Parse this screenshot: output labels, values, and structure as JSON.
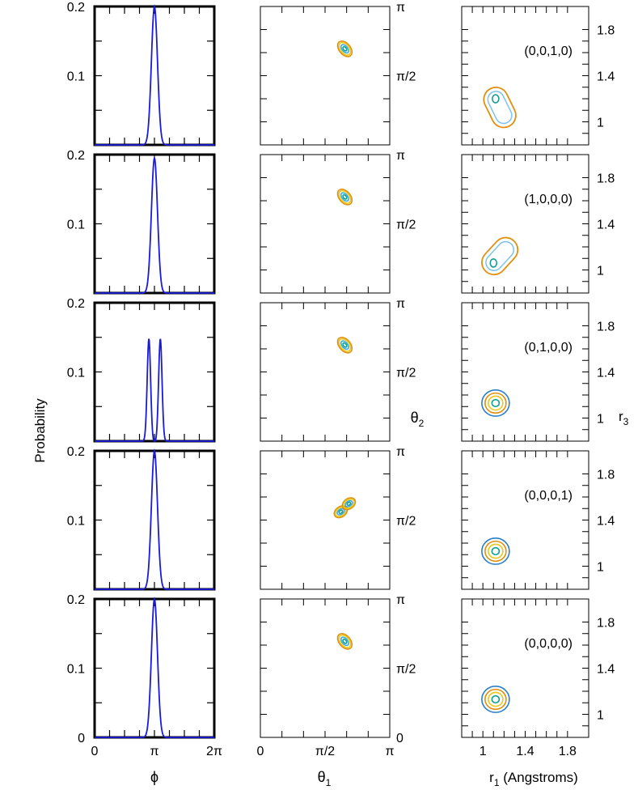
{
  "colors": {
    "line": "#1a1adb",
    "contour_outer": "#e09010",
    "contour_mid": "#e8c81a",
    "contour_inner": "#40a8d8",
    "contour_core": "#10a090",
    "axis": "#000000"
  },
  "labels": {
    "ylabel_left": "Probability",
    "xlabel_phi": "ϕ",
    "xlabel_theta": "θ",
    "xlabel_theta_sub": "1",
    "ylabel_theta": "θ",
    "ylabel_theta_sub": "2",
    "xlabel_r": "r",
    "xlabel_r_sub": "1",
    "xlabel_r_rest": " (Angstroms)",
    "ylabel_r": "r",
    "ylabel_r_sub": "3"
  },
  "ticks": {
    "phi_x": [
      "0",
      "π",
      "2π"
    ],
    "prob_y": [
      "0",
      "0.1",
      "0.2"
    ],
    "theta_x": [
      "0",
      "π/2",
      "π"
    ],
    "theta_y": [
      "0",
      "π/2",
      "π"
    ],
    "r_x": [
      "1",
      "1.4",
      "1.8"
    ],
    "r_y": [
      "1",
      "1.4",
      "1.8"
    ]
  },
  "chart_data": [
    {
      "type": "line",
      "row": 1,
      "xlabel": "ϕ",
      "ylabel": "Probability",
      "xlim": [
        0,
        6.2832
      ],
      "ylim": [
        0,
        0.2
      ],
      "series": [
        {
          "peaks": [
            {
              "x": 3.1416,
              "height": 0.2,
              "width": 0.16
            }
          ]
        }
      ],
      "sub": {
        "type": "heatmap",
        "contour_center_theta": [
          2.05,
          2.18
        ]
      },
      "r": {
        "type": "heatmap",
        "annotation": "(0,0,1,0)",
        "blobs": [
          [
            1.12,
            1.2
          ],
          [
            1.2,
            1.05
          ]
        ]
      }
    },
    {
      "type": "line",
      "row": 2,
      "xlim": [
        0,
        6.2832
      ],
      "ylim": [
        0,
        0.2
      ],
      "series": [
        {
          "peaks": [
            {
              "x": 3.1416,
              "height": 0.195,
              "width": 0.16
            }
          ]
        }
      ],
      "sub": {
        "type": "heatmap",
        "contour_center_theta": [
          2.05,
          2.18
        ]
      },
      "r": {
        "type": "heatmap",
        "annotation": "(1,0,0,0)",
        "blobs": [
          [
            1.1,
            1.06
          ],
          [
            1.22,
            1.18
          ]
        ]
      }
    },
    {
      "type": "line",
      "row": 3,
      "xlim": [
        0,
        6.2832
      ],
      "ylim": [
        0,
        0.2
      ],
      "series": [
        {
          "peaks": [
            {
              "x": 2.85,
              "height": 0.148,
              "width": 0.09
            },
            {
              "x": 3.45,
              "height": 0.148,
              "width": 0.09
            }
          ]
        }
      ],
      "sub": {
        "type": "heatmap",
        "contour_center_theta": [
          2.05,
          2.18
        ]
      },
      "r": {
        "type": "heatmap",
        "annotation": "(0,1,0,0)",
        "blobs": [
          [
            1.12,
            1.13
          ]
        ]
      }
    },
    {
      "type": "line",
      "row": 4,
      "xlim": [
        0,
        6.2832
      ],
      "ylim": [
        0,
        0.2
      ],
      "series": [
        {
          "peaks": [
            {
              "x": 3.1416,
              "height": 0.2,
              "width": 0.16
            }
          ]
        }
      ],
      "sub": {
        "type": "heatmap",
        "contour_center_theta": [
          2.05,
          1.85
        ]
      },
      "r": {
        "type": "heatmap",
        "annotation": "(0,0,0,1)",
        "blobs": [
          [
            1.12,
            1.13
          ]
        ]
      }
    },
    {
      "type": "line",
      "row": 5,
      "xlim": [
        0,
        6.2832
      ],
      "ylim": [
        0,
        0.2
      ],
      "series": [
        {
          "peaks": [
            {
              "x": 3.1416,
              "height": 0.2,
              "width": 0.16
            }
          ]
        }
      ],
      "sub": {
        "type": "heatmap",
        "contour_center_theta": [
          2.05,
          2.18
        ]
      },
      "r": {
        "type": "heatmap",
        "annotation": "(0,0,0,0)",
        "blobs": [
          [
            1.12,
            1.13
          ]
        ]
      }
    }
  ]
}
